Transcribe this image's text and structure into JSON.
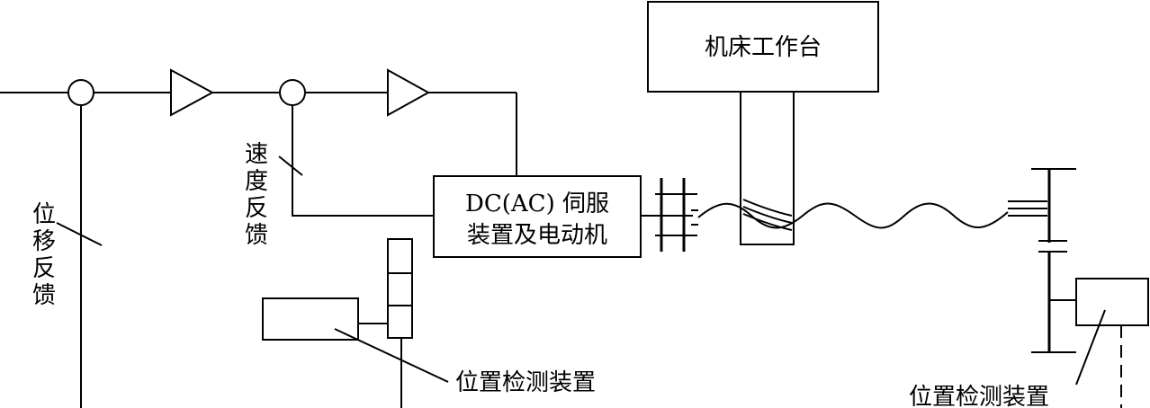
{
  "diagram": {
    "workbench_label": "机床工作台",
    "servo_line1": "DC(AC) 伺服",
    "servo_line2": "装置及电动机",
    "speed_feedback_label": "速度反馈",
    "displacement_feedback_label": "位移反馈",
    "position_detector_label_1": "位置检测装置",
    "position_detector_label_2": "位置检测装置"
  }
}
